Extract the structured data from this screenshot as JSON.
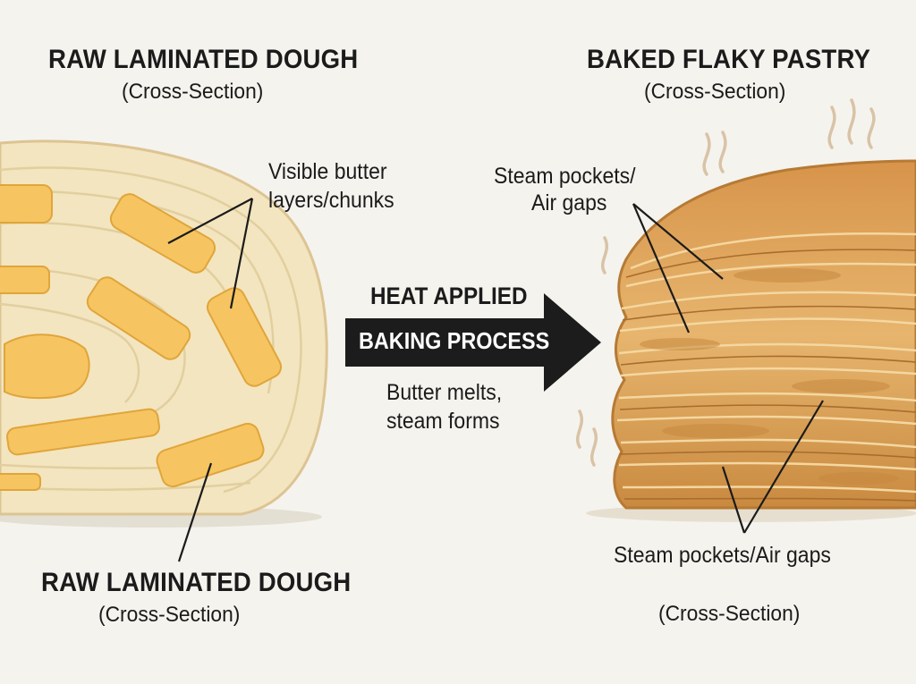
{
  "left": {
    "title": "RAW LAMINATED DOUGH",
    "subtitle": "(Cross-Section)",
    "butter_label_line1": "Visible butter",
    "butter_label_line2": "layers/chunks",
    "bottom_title": "RAW LAMINATED DOUGH",
    "bottom_subtitle": "(Cross-Section)"
  },
  "right": {
    "title": "BAKED FLAKY PASTRY",
    "subtitle": "(Cross-Section)",
    "steam_label_line1": "Steam pockets/",
    "steam_label_line2": "Air gaps",
    "bottom_label": "Steam pockets/Air gaps",
    "bottom_subtitle": "(Cross-Section)"
  },
  "process": {
    "heat": "HEAT APPLIED",
    "arrow_text": "BAKING PROCESS",
    "note_line1": "Butter melts,",
    "note_line2": "steam forms"
  },
  "colors": {
    "background": "#f5f3ee",
    "dough": "#f3e5bf",
    "butter": "#f6c561",
    "pastry": "#d9a35a",
    "arrow": "#1c1c1c"
  }
}
